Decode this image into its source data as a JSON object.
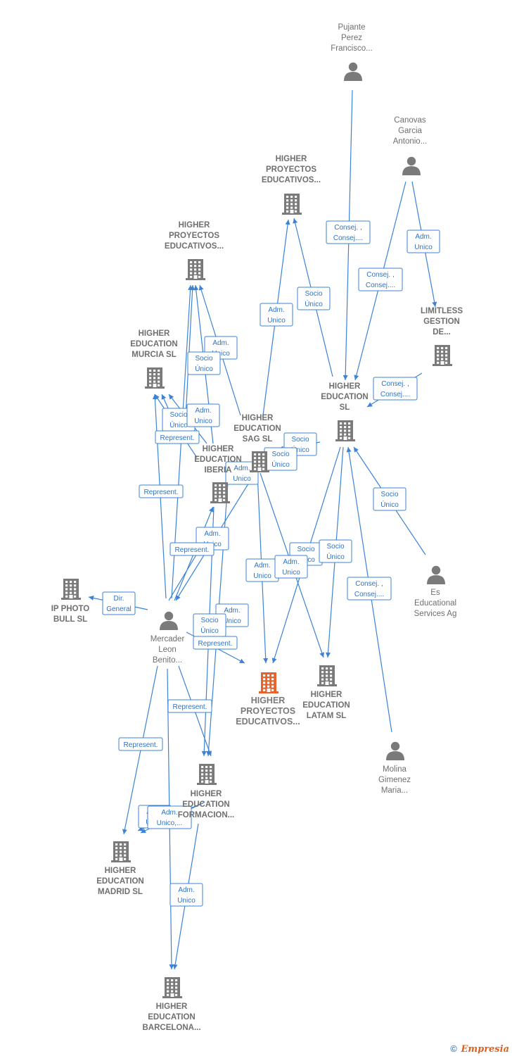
{
  "nodes": [
    {
      "id": "pujante",
      "type": "person",
      "lines": [
        "Pujante",
        "Perez",
        "Francisco..."
      ]
    },
    {
      "id": "canovas",
      "type": "person",
      "lines": [
        "Canovas",
        "Garcia",
        "Antonio..."
      ]
    },
    {
      "id": "hp_top",
      "type": "company",
      "lines": [
        "HIGHER",
        "PROYECTOS",
        "EDUCATIVOS..."
      ]
    },
    {
      "id": "hp_left",
      "type": "company",
      "lines": [
        "HIGHER",
        "PROYECTOS",
        "EDUCATIVOS..."
      ]
    },
    {
      "id": "limitless",
      "type": "company",
      "lines": [
        "LIMITLESS",
        "GESTION",
        "DE..."
      ]
    },
    {
      "id": "murcia",
      "type": "company",
      "lines": [
        "HIGHER",
        "EDUCATION",
        "MURCIA  SL"
      ]
    },
    {
      "id": "he_sl",
      "type": "company",
      "lines": [
        "HIGHER",
        "EDUCATION",
        "SL"
      ]
    },
    {
      "id": "sag",
      "type": "company",
      "lines": [
        "HIGHER",
        "EDUCATION",
        "SAG  SL"
      ]
    },
    {
      "id": "iberia",
      "type": "company",
      "lines": [
        "HIGHER",
        "EDUCATION",
        "IBERIA"
      ]
    },
    {
      "id": "ipphoto",
      "type": "company",
      "lines": [
        "IP PHOTO",
        "BULL  SL"
      ]
    },
    {
      "id": "es_edu",
      "type": "person",
      "lines": [
        "Es",
        "Educational",
        "Services Ag"
      ]
    },
    {
      "id": "mercader",
      "type": "person",
      "lines": [
        "Mercader",
        "Leon",
        "Benito..."
      ]
    },
    {
      "id": "focus",
      "type": "focus",
      "lines": [
        "HIGHER",
        "PROYECTOS",
        "EDUCATIVOS..."
      ]
    },
    {
      "id": "latam",
      "type": "company",
      "lines": [
        "HIGHER",
        "EDUCATION",
        "LATAM  SL"
      ]
    },
    {
      "id": "molina",
      "type": "person",
      "lines": [
        "Molina",
        "Gimenez",
        "Maria..."
      ]
    },
    {
      "id": "formacion",
      "type": "company",
      "lines": [
        "HIGHER",
        "EDUCATION",
        "FORMACION..."
      ]
    },
    {
      "id": "madrid",
      "type": "company",
      "lines": [
        "HIGHER",
        "EDUCATION",
        "MADRID  SL"
      ]
    },
    {
      "id": "barcelona",
      "type": "company",
      "lines": [
        "HIGHER",
        "EDUCATION",
        "BARCELONA..."
      ]
    }
  ],
  "edge_labels": [
    {
      "id": "l_pujante_hesl",
      "lines": [
        "Consej. ,",
        "Consej...."
      ]
    },
    {
      "id": "l_canovas_hesl",
      "lines": [
        "Consej. ,",
        "Consej...."
      ]
    },
    {
      "id": "l_canovas_limitless",
      "lines": [
        "Adm.",
        "Unico"
      ]
    },
    {
      "id": "l_limitless_hesl",
      "lines": [
        "Consej. ,",
        "Consej...."
      ]
    },
    {
      "id": "l_hesl_hptop",
      "lines": [
        "Socio",
        "Único"
      ]
    },
    {
      "id": "l_sag_hptop",
      "lines": [
        "Adm.",
        "Unico"
      ]
    },
    {
      "id": "l_sag_hpleft_adm",
      "lines": [
        "Adm.",
        "Unico"
      ]
    },
    {
      "id": "l_iberia_hpleft",
      "lines": [
        "Socio",
        "Único"
      ]
    },
    {
      "id": "l_socio_murcia",
      "lines": [
        "Socio",
        "Único"
      ]
    },
    {
      "id": "l_adm_murcia",
      "lines": [
        "Adm.",
        "Unico"
      ]
    },
    {
      "id": "l_rep_murcia",
      "lines": [
        "Represent."
      ]
    },
    {
      "id": "l_rep_hpleft",
      "lines": [
        "Represent."
      ]
    },
    {
      "id": "l_hesl_sag",
      "lines": [
        "Socio",
        "Único"
      ]
    },
    {
      "id": "l_sag_iberia_socio",
      "lines": [
        "Socio",
        "Único"
      ]
    },
    {
      "id": "l_sag_iberia_adm",
      "lines": [
        "Adm.",
        "Unico"
      ]
    },
    {
      "id": "l_merc_iberia_adm",
      "lines": [
        "Adm.",
        "Unico"
      ]
    },
    {
      "id": "l_merc_iberia_rep",
      "lines": [
        "Represent."
      ]
    },
    {
      "id": "l_es_hesl",
      "lines": [
        "Socio",
        "Único"
      ]
    },
    {
      "id": "l_hesl_focus",
      "lines": [
        "Socio",
        "Único"
      ]
    },
    {
      "id": "l_hesl_latam",
      "lines": [
        "Socio",
        "Único"
      ]
    },
    {
      "id": "l_sag_focus",
      "lines": [
        "Adm.",
        "Unico"
      ]
    },
    {
      "id": "l_sag_latam",
      "lines": [
        "Adm.",
        "Unico"
      ]
    },
    {
      "id": "l_merc_ipphoto",
      "lines": [
        "Dir.",
        "General"
      ]
    },
    {
      "id": "l_molina_hesl",
      "lines": [
        "Consej. ,",
        "Consej...."
      ]
    },
    {
      "id": "l_form_adm",
      "lines": [
        "Adm.",
        "Unico"
      ]
    },
    {
      "id": "l_form_socio",
      "lines": [
        "Socio",
        "Único"
      ]
    },
    {
      "id": "l_merc_focus",
      "lines": [
        "Represent."
      ]
    },
    {
      "id": "l_merc_form",
      "lines": [
        "Represent."
      ]
    },
    {
      "id": "l_merc_madrid",
      "lines": [
        "Represent."
      ]
    },
    {
      "id": "l_form_madrid_a",
      "lines": [
        "Adm.",
        "Unico"
      ]
    },
    {
      "id": "l_form_madrid_b",
      "lines": [
        "Adm.",
        "Unico,..."
      ]
    },
    {
      "id": "l_form_barcelona",
      "lines": [
        "Adm.",
        "Unico"
      ]
    }
  ],
  "footer": {
    "copyright": "©",
    "brand": "Empresia"
  },
  "colors": {
    "edge": "#3c83d6",
    "node": "#7a7a7a",
    "focus": "#e8632b"
  }
}
